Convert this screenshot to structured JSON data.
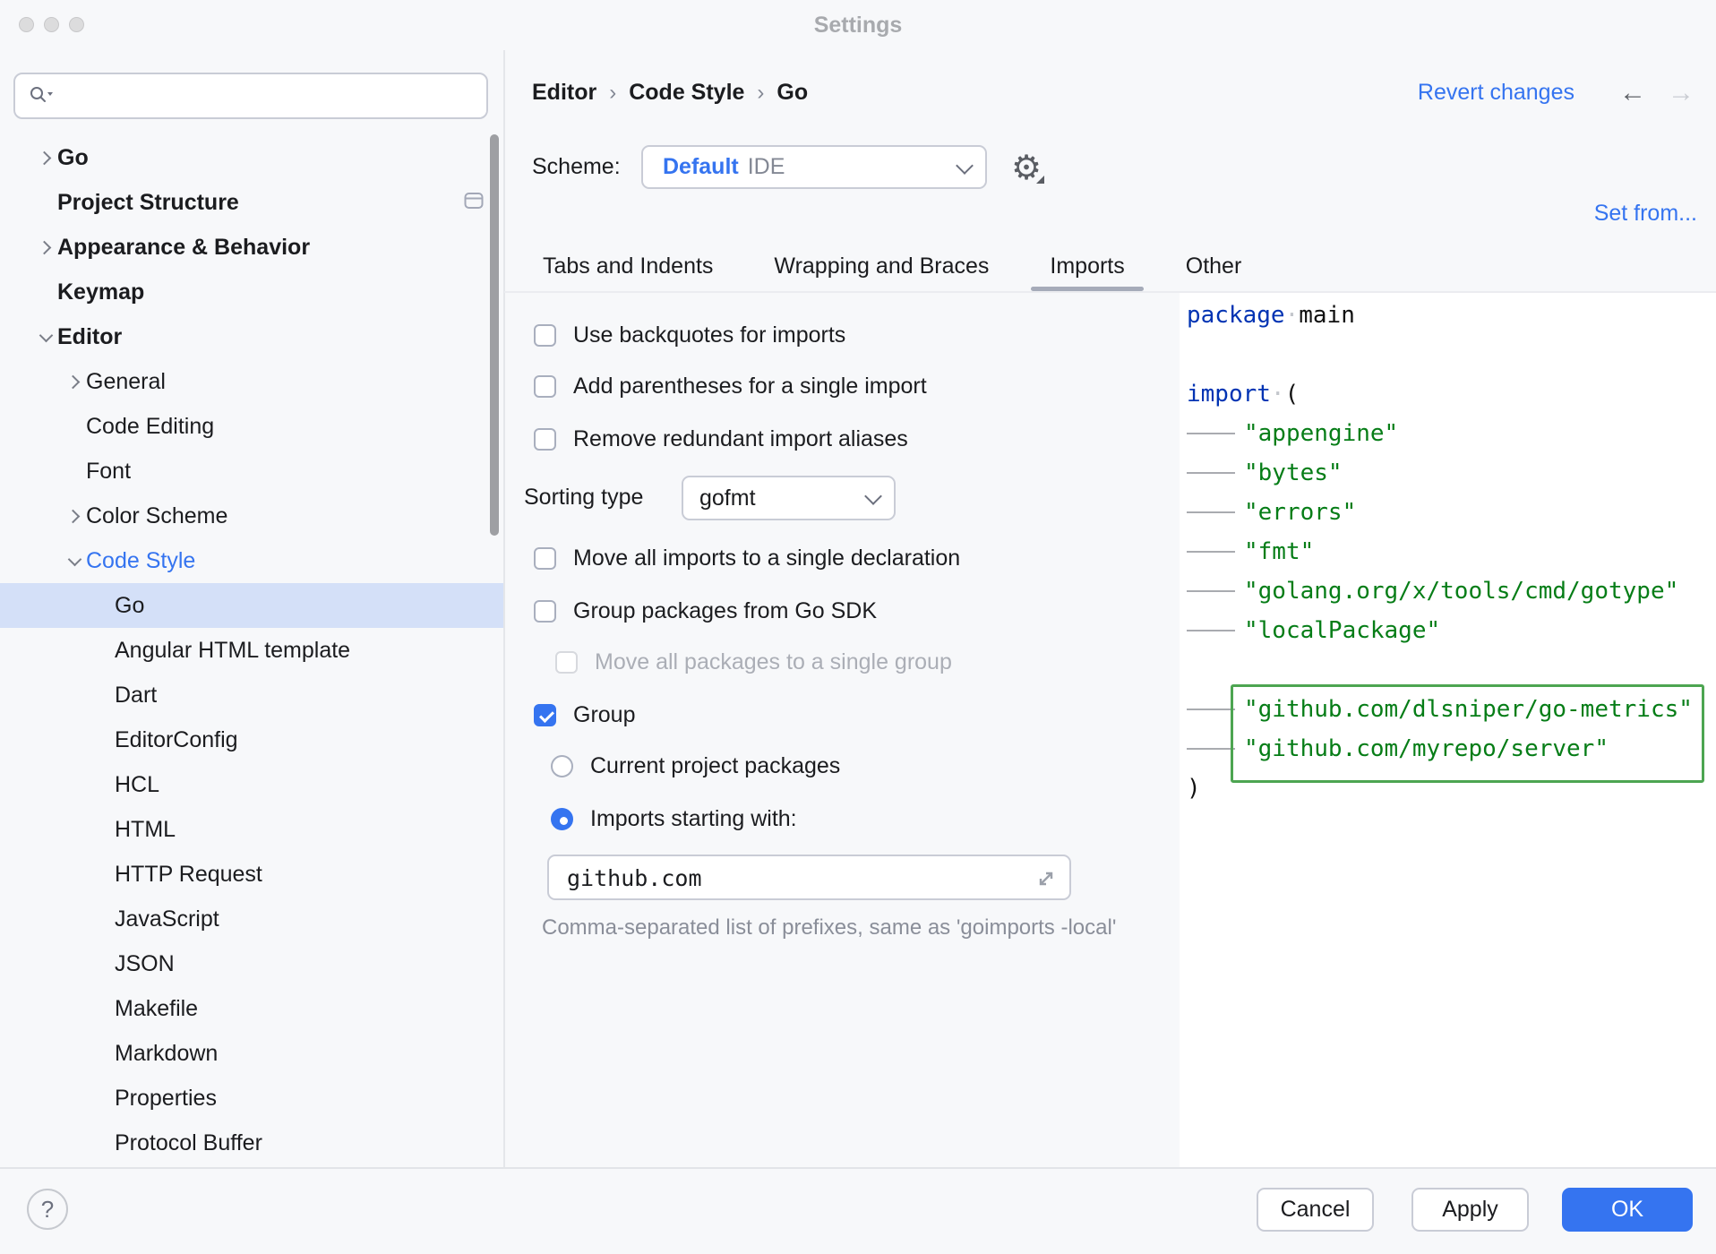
{
  "window": {
    "title": "Settings",
    "help_label": "?"
  },
  "sidebar": {
    "search": {
      "placeholder": ""
    },
    "items": [
      {
        "label": "Go",
        "level": 1,
        "bold": true,
        "chevron": "right"
      },
      {
        "label": "Project Structure",
        "level": 1,
        "bold": true,
        "chevron": "none",
        "trailing_icon": "window-icon"
      },
      {
        "label": "Appearance & Behavior",
        "level": 1,
        "bold": true,
        "chevron": "right"
      },
      {
        "label": "Keymap",
        "level": 1,
        "bold": true,
        "chevron": "none"
      },
      {
        "label": "Editor",
        "level": 1,
        "bold": true,
        "chevron": "down"
      },
      {
        "label": "General",
        "level": 2,
        "chevron": "right"
      },
      {
        "label": "Code Editing",
        "level": 2,
        "chevron": "none"
      },
      {
        "label": "Font",
        "level": 2,
        "chevron": "none"
      },
      {
        "label": "Color Scheme",
        "level": 2,
        "chevron": "right"
      },
      {
        "label": "Code Style",
        "level": 2,
        "chevron": "down",
        "accent": true
      },
      {
        "label": "Go",
        "level": 3,
        "chevron": "none",
        "selected": true
      },
      {
        "label": "Angular HTML template",
        "level": 3,
        "chevron": "none"
      },
      {
        "label": "Dart",
        "level": 3,
        "chevron": "none"
      },
      {
        "label": "EditorConfig",
        "level": 3,
        "chevron": "none"
      },
      {
        "label": "HCL",
        "level": 3,
        "chevron": "none"
      },
      {
        "label": "HTML",
        "level": 3,
        "chevron": "none"
      },
      {
        "label": "HTTP Request",
        "level": 3,
        "chevron": "none"
      },
      {
        "label": "JavaScript",
        "level": 3,
        "chevron": "none"
      },
      {
        "label": "JSON",
        "level": 3,
        "chevron": "none"
      },
      {
        "label": "Makefile",
        "level": 3,
        "chevron": "none"
      },
      {
        "label": "Markdown",
        "level": 3,
        "chevron": "none"
      },
      {
        "label": "Properties",
        "level": 3,
        "chevron": "none"
      },
      {
        "label": "Protocol Buffer",
        "level": 3,
        "chevron": "none"
      }
    ]
  },
  "header": {
    "breadcrumb": [
      "Editor",
      "Code Style",
      "Go"
    ],
    "separator": "›",
    "revert_label": "Revert changes",
    "back_arrow": "←",
    "forward_arrow": "→",
    "set_from_label": "Set from...",
    "scheme_label": "Scheme:",
    "scheme_value": "Default",
    "scheme_scope": "IDE"
  },
  "tabs": {
    "items": [
      {
        "label": "Tabs and Indents",
        "selected": false
      },
      {
        "label": "Wrapping and Braces",
        "selected": false
      },
      {
        "label": "Imports",
        "selected": true
      },
      {
        "label": "Other",
        "selected": false
      }
    ]
  },
  "form": {
    "use_backquotes": {
      "label": "Use backquotes for imports",
      "checked": false
    },
    "add_parentheses": {
      "label": "Add parentheses for a single import",
      "checked": false
    },
    "remove_redundant": {
      "label": "Remove redundant import aliases",
      "checked": false
    },
    "sorting": {
      "label": "Sorting type",
      "value": "gofmt"
    },
    "move_single_declaration": {
      "label": "Move all imports to a single declaration",
      "checked": false
    },
    "group_go_sdk": {
      "label": "Group packages from Go SDK",
      "checked": false
    },
    "move_single_group": {
      "label": "Move all packages to a single group",
      "checked": false,
      "disabled": true
    },
    "group": {
      "label": "Group",
      "checked": true
    },
    "current_project": {
      "label": "Current project packages",
      "selected": false
    },
    "imports_starting": {
      "label": "Imports starting with:",
      "selected": true
    },
    "prefix_input": {
      "value": "github.com"
    },
    "helper": "Comma-separated list of prefixes, same as 'goimports -local'"
  },
  "preview": {
    "lines": [
      {
        "parts": [
          [
            "k",
            "package"
          ],
          [
            "ws",
            "·"
          ],
          [
            "p",
            "main"
          ]
        ]
      },
      {
        "parts": []
      },
      {
        "parts": [
          [
            "k",
            "import"
          ],
          [
            "ws",
            "·"
          ],
          [
            "p",
            "("
          ]
        ]
      },
      {
        "tab": true,
        "parts": [
          [
            "s",
            "\"appengine\""
          ]
        ]
      },
      {
        "tab": true,
        "parts": [
          [
            "s",
            "\"bytes\""
          ]
        ]
      },
      {
        "tab": true,
        "parts": [
          [
            "s",
            "\"errors\""
          ]
        ]
      },
      {
        "tab": true,
        "parts": [
          [
            "s",
            "\"fmt\""
          ]
        ]
      },
      {
        "tab": true,
        "parts": [
          [
            "s",
            "\"golang.org/x/tools/cmd/gotype\""
          ]
        ]
      },
      {
        "tab": true,
        "parts": [
          [
            "s",
            "\"localPackage\""
          ]
        ]
      },
      {
        "parts": []
      },
      {
        "tab": true,
        "highlighted": true,
        "parts": [
          [
            "s",
            "\"github.com/dlsniper/go-metrics\""
          ]
        ]
      },
      {
        "tab": true,
        "highlighted": true,
        "parts": [
          [
            "s",
            "\"github.com/myrepo/server\""
          ]
        ]
      },
      {
        "parts": [
          [
            "p",
            ")"
          ]
        ]
      }
    ]
  },
  "footer": {
    "cancel_label": "Cancel",
    "apply_label": "Apply",
    "ok_label": "OK"
  },
  "colors": {
    "accent": "#3574F0",
    "link": "#3574F0",
    "keyword_blue": "#0033B3",
    "string_green": "#067D17",
    "highlight_border": "#4DA551",
    "selected_row": "#D4E0F8",
    "ok_button": "#3574F0"
  }
}
